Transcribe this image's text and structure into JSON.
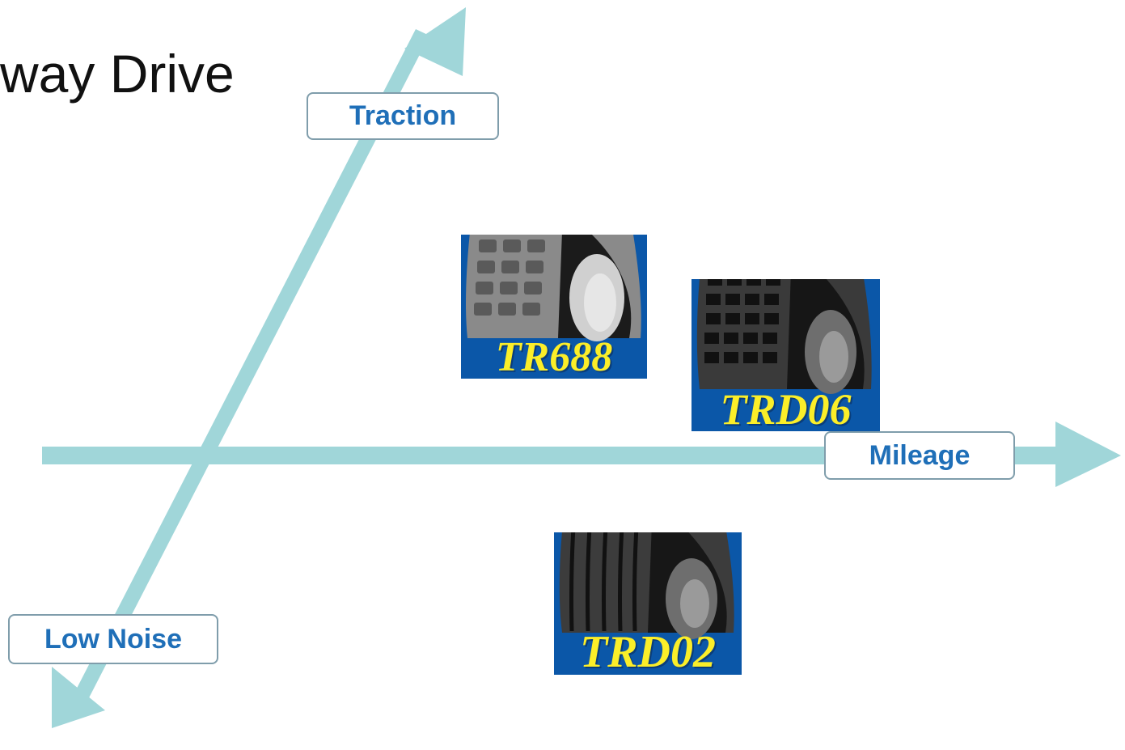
{
  "title": "way Drive",
  "axes": {
    "traction": "Traction",
    "mileage": "Mileage",
    "low_noise": "Low Noise",
    "color": "#a0d6d9"
  },
  "tires": [
    {
      "name": "TR688",
      "tread": "block"
    },
    {
      "name": "TRD06",
      "tread": "block"
    },
    {
      "name": "TRD02",
      "tread": "rib"
    }
  ],
  "colors": {
    "label_text": "#1f6fb8",
    "label_border": "#7f9dab",
    "tire_panel": "#0b57a8",
    "tire_name": "#fbee29"
  }
}
